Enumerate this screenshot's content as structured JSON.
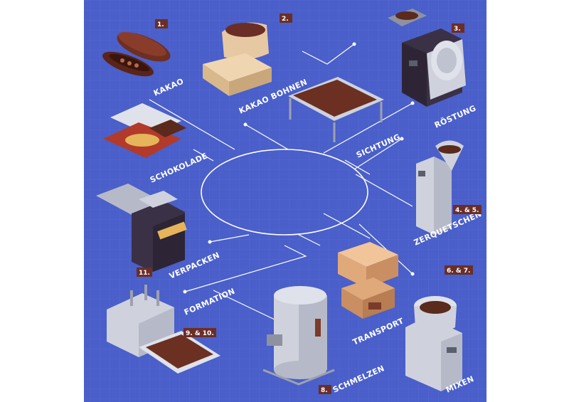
{
  "colors": {
    "background": "#4a5fc9",
    "grid": "#5a6fd6",
    "badge": "#6b2e26",
    "chocolate": "#5a2a1c",
    "machine": "#c9ccd8"
  },
  "steps": [
    {
      "id": "kakao",
      "label": "KAKAO",
      "badge": "1."
    },
    {
      "id": "kakao-bohnen",
      "label": "KAKAO BOHNEN",
      "badge": "2."
    },
    {
      "id": "roestung",
      "label": "RÖSTUNG",
      "badge": "3."
    },
    {
      "id": "sichtung",
      "label": "SICHTUNG",
      "badge": ""
    },
    {
      "id": "zerquetschen",
      "label": "ZERQUETSCHEN",
      "badge": "4. & 5."
    },
    {
      "id": "mixen",
      "label": "MIXEN",
      "badge": "6. & 7."
    },
    {
      "id": "transport",
      "label": "TRANSPORT",
      "badge": ""
    },
    {
      "id": "schmelzen",
      "label": "SCHMELZEN",
      "badge": "8."
    },
    {
      "id": "formation",
      "label": "FORMATION",
      "badge": "9. & 10."
    },
    {
      "id": "verpacken",
      "label": "VERPACKEN",
      "badge": "11."
    },
    {
      "id": "schokolade",
      "label": "SCHOKOLADE",
      "badge": ""
    }
  ]
}
